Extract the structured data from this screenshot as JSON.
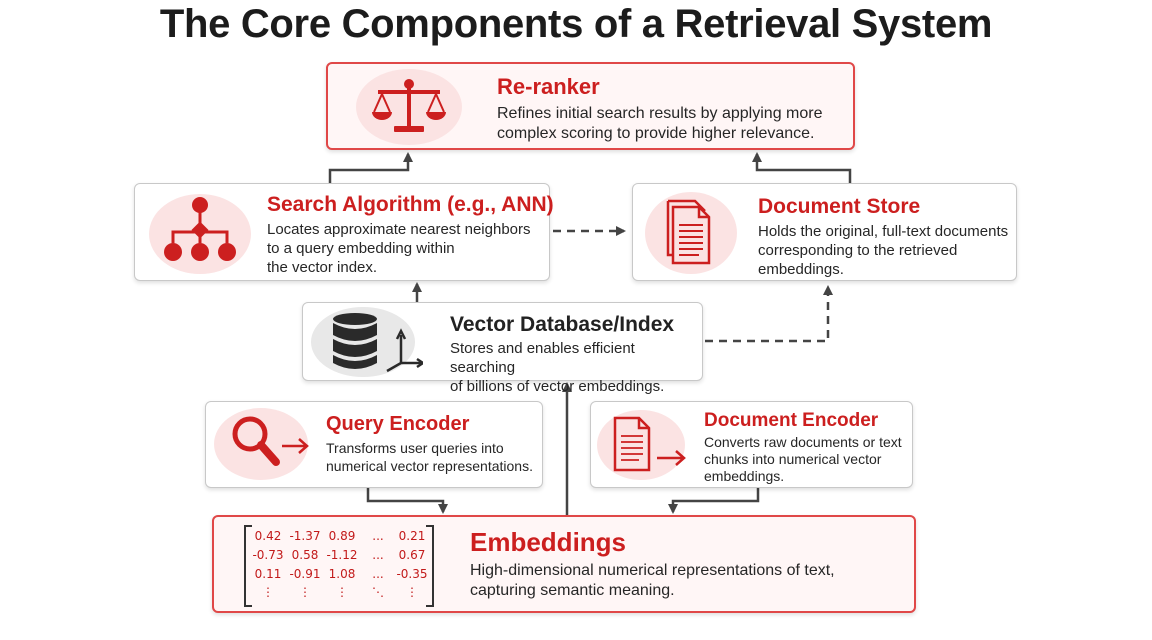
{
  "title": "The Core Components of a Retrieval System",
  "components": {
    "reranker": {
      "title": "Re-ranker",
      "desc": [
        "Refines initial search results by applying more",
        "complex scoring to provide higher relevance."
      ],
      "icon": "balance-scale-icon"
    },
    "search": {
      "title": "Search Algorithm (e.g., ANN)",
      "desc": [
        "Locates approximate nearest neighbors",
        "to a query embedding within",
        "the vector index."
      ],
      "icon": "hierarchy-icon"
    },
    "docstore": {
      "title": "Document Store",
      "desc": [
        "Holds the original, full-text documents",
        "corresponding to the retrieved",
        "embeddings."
      ],
      "icon": "document-icon"
    },
    "vectordb": {
      "title": "Vector Database/Index",
      "desc": [
        "Stores and enables efficient searching",
        "of billions of vector embeddings."
      ],
      "icon": "database-icon"
    },
    "qencoder": {
      "title": "Query Encoder",
      "desc": [
        "Transforms user queries into",
        "numerical vector representations."
      ],
      "icon": "magnifier-arrow-icon"
    },
    "dencoder": {
      "title": "Document Encoder",
      "desc": [
        "Converts raw documents or text",
        "chunks into numerical vector",
        "embeddings."
      ],
      "icon": "document-arrow-icon"
    },
    "embeddings": {
      "title": "Embeddings",
      "desc": [
        "High-dimensional numerical representations of text,",
        "capturing semantic meaning."
      ],
      "matrix": [
        [
          "0.42",
          "-1.37",
          "0.89",
          "...",
          "0.21"
        ],
        [
          "-0.73",
          "0.58",
          "-1.12",
          "...",
          "0.67"
        ],
        [
          "0.11",
          "-0.91",
          "1.08",
          "...",
          "-0.35"
        ],
        [
          "⋮",
          "⋮",
          "⋮",
          "⋱",
          "⋮"
        ]
      ]
    }
  },
  "colors": {
    "accent": "#cc1f1f",
    "accent_light": "#fbe3e3",
    "arrow": "#444444"
  }
}
